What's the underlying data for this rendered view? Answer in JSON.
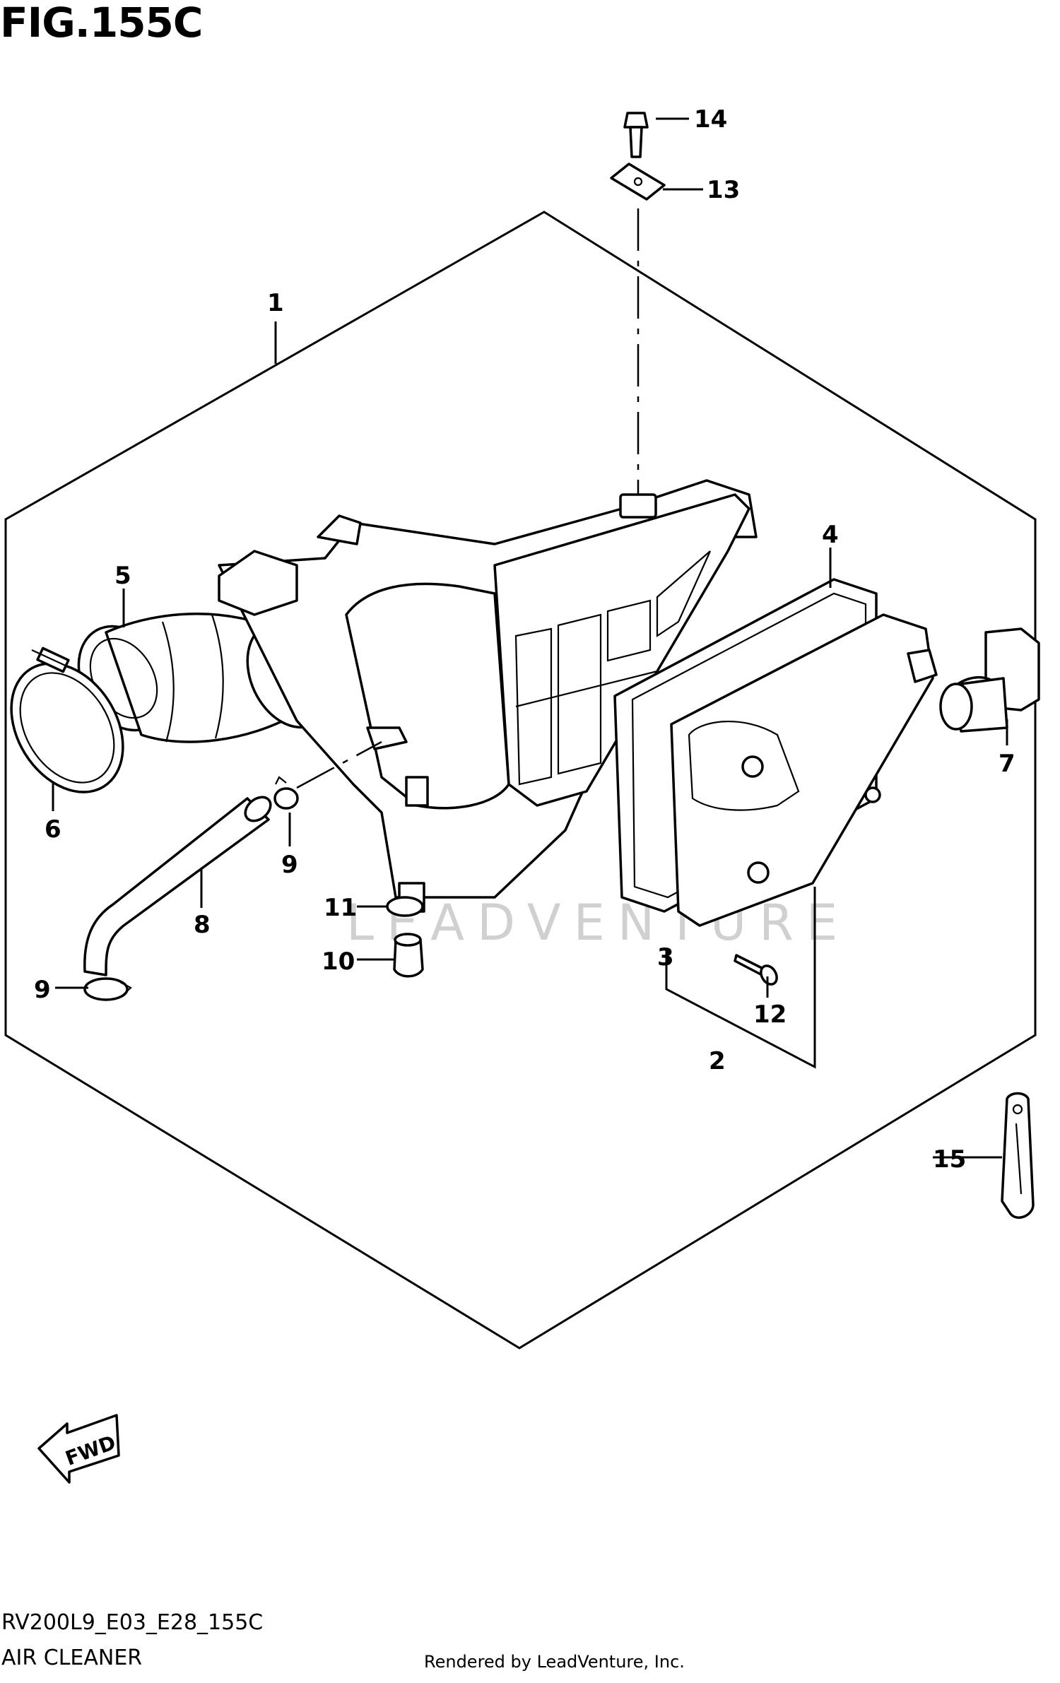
{
  "figure": {
    "title": "FIG.155C",
    "drawing_code": "RV200L9_E03_E28_155C",
    "section_name": "AIR CLEANER",
    "credit": "Rendered by LeadVenture, Inc.",
    "watermark": "LEADVENTURE",
    "direction_label": "FWD"
  },
  "callouts": [
    "1",
    "2",
    "3",
    "4",
    "5",
    "6",
    "7",
    "8",
    "9",
    "9",
    "10",
    "11",
    "12",
    "13",
    "14",
    "15"
  ]
}
